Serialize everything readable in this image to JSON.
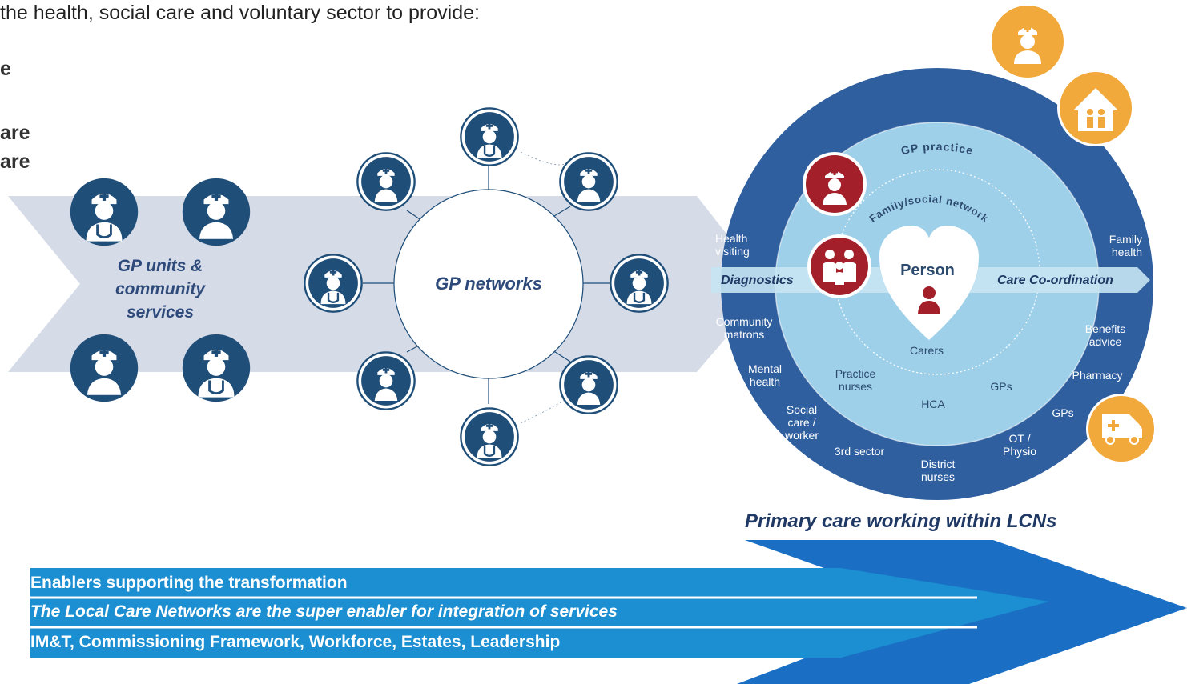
{
  "intro_text": "the health, social care and voluntary sector to provide:",
  "partial_lines": [
    "e",
    "are",
    "are"
  ],
  "stages": {
    "stage1": [
      "GP units &",
      "community",
      "services"
    ],
    "stage2": "GP networks",
    "stage3_caption": "Primary care working within LCNs"
  },
  "lcn": {
    "gp_practice": "GP practice",
    "family_social": "Family/social network",
    "person": "Person",
    "diagnostics": "Diagnostics",
    "care_coordination": "Care Co-ordination",
    "carers": "Carers",
    "practice_nurses": [
      "Practice",
      "nurses"
    ],
    "gps_inner": "GPs",
    "hca": "HCA",
    "ring": {
      "health_visiting": [
        "Health",
        "visiting"
      ],
      "community_matrons": [
        "Community",
        "matrons"
      ],
      "mental_health": [
        "Mental",
        "health"
      ],
      "social_care": [
        "Social",
        "care /",
        "worker"
      ],
      "third_sector": "3rd sector",
      "district_nurses": [
        "District",
        "nurses"
      ],
      "ot_physio": [
        "OT /",
        "Physio"
      ],
      "gps_outer": "GPs",
      "pharmacy": "Pharmacy",
      "benefits_advice": [
        "Benefits",
        "advice"
      ],
      "family_health": [
        "Family",
        "health"
      ]
    }
  },
  "enablers": [
    "Enablers supporting the transformation",
    "The Local Care Networks are the super enabler for integration of services",
    "IM&T, Commissioning Framework, Workforce, Estates, Leadership"
  ],
  "colors": {
    "navy": "#1f4e79",
    "ring_blue": "#2f5f9f",
    "inner_blue": "#9fd0ea",
    "chevron": "#d6dbe8",
    "band": "#1b8fd1",
    "accent_red": "#a3202a",
    "accent_orange": "#f2a93b"
  }
}
